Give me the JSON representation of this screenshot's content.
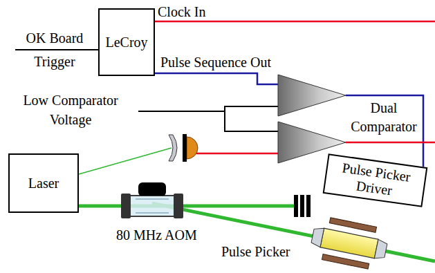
{
  "diagram": {
    "nodes": [
      {
        "text": [
          "LeCroy"
        ]
      },
      {
        "text": [
          "Laser"
        ]
      },
      {
        "text": [
          "Pulse Picker Driver"
        ]
      }
    ],
    "labels": [
      "Clock In",
      "OK Board Trigger",
      "Pulse Sequence Out",
      "Low Comparator Voltage",
      "Dual Comparator",
      "80 MHz AOM",
      "Pulse Picker"
    ]
  }
}
